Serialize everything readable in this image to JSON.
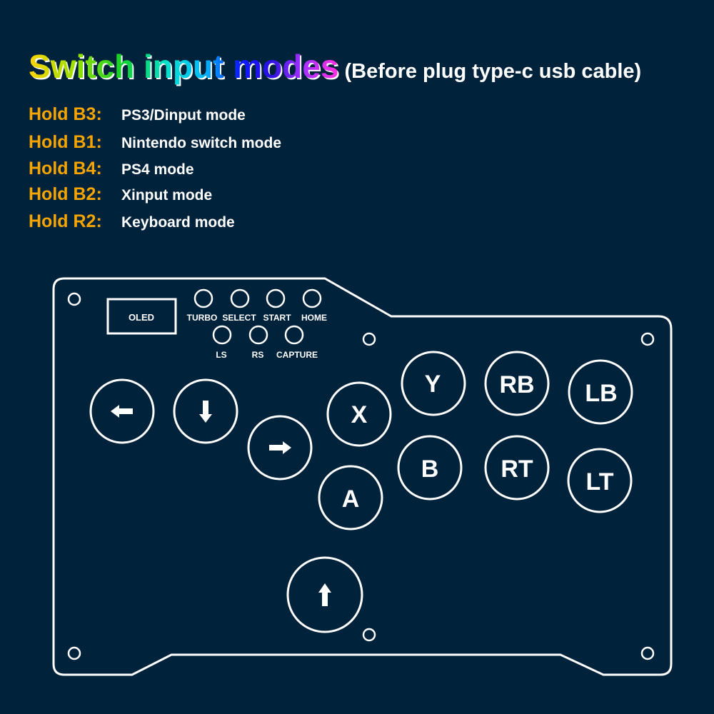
{
  "title": {
    "main": "Switch input modes",
    "sub": "(Before plug type-c usb cable)"
  },
  "modes": [
    {
      "key": "Hold B3:",
      "value": "PS3/Dinput mode"
    },
    {
      "key": "Hold B1:",
      "value": "Nintendo switch mode"
    },
    {
      "key": "Hold B4:",
      "value": "PS4 mode"
    },
    {
      "key": "Hold B2:",
      "value": "Xinput mode"
    },
    {
      "key": "Hold R2:",
      "value": "Keyboard mode"
    }
  ],
  "board": {
    "oled": "OLED",
    "small_buttons": [
      "TURBO",
      "SELECT",
      "START",
      "HOME",
      "LS",
      "RS",
      "CAPTURE"
    ],
    "face_buttons": [
      "X",
      "A",
      "Y",
      "B",
      "RB",
      "RT",
      "LB",
      "LT"
    ]
  },
  "colors": {
    "background": "#01223b",
    "accent": "#f5a400"
  }
}
